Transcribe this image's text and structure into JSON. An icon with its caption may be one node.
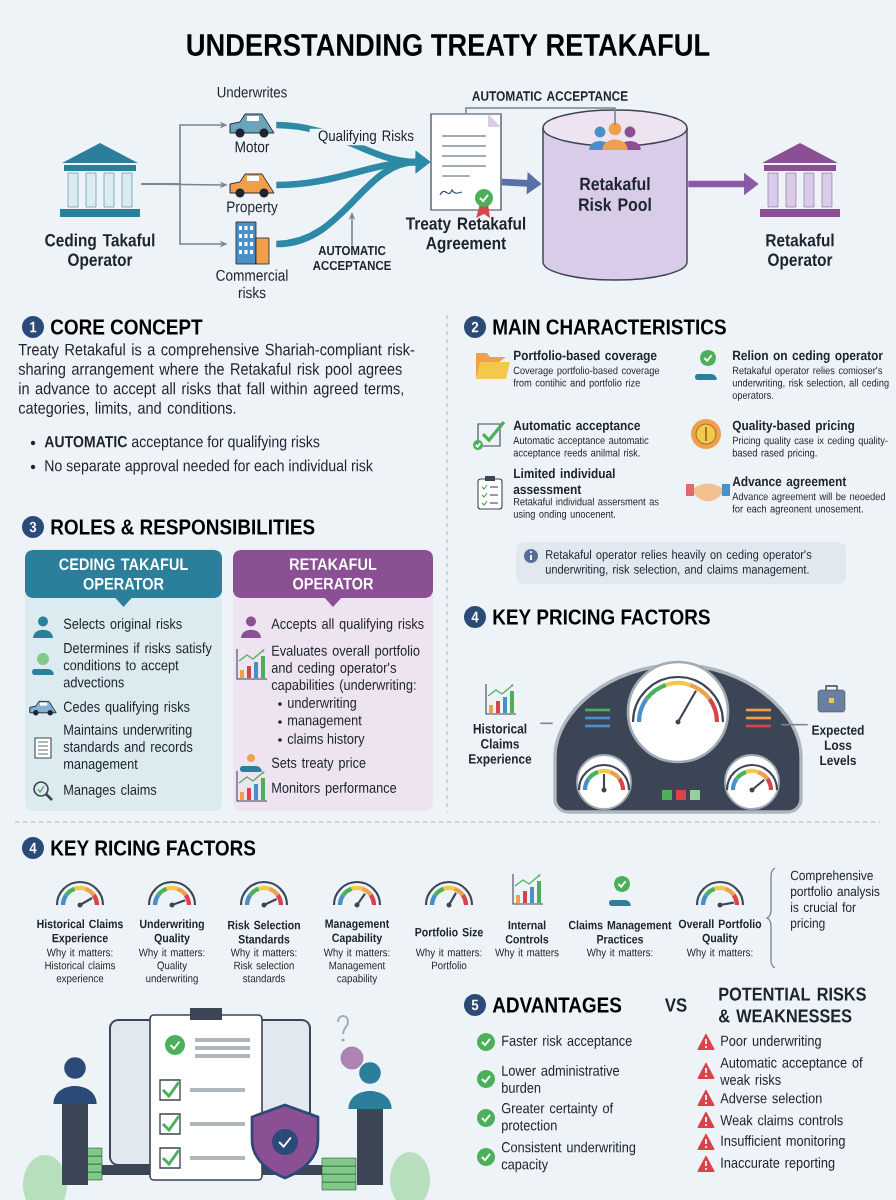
{
  "diagram": {
    "title": "UNDERSTANDING TREATY RETAKAFUL",
    "nodes": [
      {
        "text": [
          "Ceding Takaful Operator"
        ]
      },
      {
        "text": [
          "Motor"
        ]
      },
      {
        "text": [
          "Property"
        ]
      },
      {
        "text": [
          "Commercial risks"
        ]
      },
      {
        "text": [
          "Treaty Retakaful Agreement"
        ]
      },
      {
        "text": [
          "Retakaful Risk Pool"
        ]
      },
      {
        "text": [
          "Retakaful Operator"
        ]
      },
      {
        "text": [
          "AUTOMATIC ACCEPTANCE"
        ]
      },
      {
        "text": [
          "CEDING TAKAFUL OPERATOR",
          "Selects original risks",
          "Determines if risks satisfy conditions to accept advections",
          "Cedes qualifying risks",
          "Maintains underwriting standards and records management",
          "Manages claims"
        ]
      },
      {
        "text": [
          "RETAKAFUL OPERATOR",
          "Accepts all qualifying risks",
          "Evaluates overall portfolio and ceding operator's capabilities (underwriting:",
          "underwriting",
          "management",
          "claims history",
          "Sets treaty price",
          "Monitors performance"
        ]
      },
      {
        "text": [
          "Retakaful operator relies heavily on ceding operator's underwriting, risk selection, and claims management."
        ]
      },
      {
        "text": [
          "Historical Claims Experience"
        ]
      },
      {
        "text": [],
        "shape": "picture"
      },
      {
        "text": [
          "Expected Loss Levels"
        ]
      }
    ],
    "edges": [
      {
        "from": 0,
        "to": 1,
        "arrow": "to"
      },
      {
        "from": 0,
        "to": 2,
        "arrow": "to"
      },
      {
        "from": 0,
        "to": 3,
        "arrow": "to"
      },
      {
        "from": 1,
        "to": 4,
        "arrow": "to",
        "style": "thick",
        "color": "#2c8aa6"
      },
      {
        "from": 2,
        "to": 4,
        "arrow": "to",
        "style": "thick",
        "color": "#2c8aa6",
        "label": "Qualifying Risks"
      },
      {
        "from": 3,
        "to": 4,
        "arrow": "to",
        "style": "thick",
        "color": "#2c8aa6"
      },
      {
        "from": 7,
        "to": null,
        "arrow": "to"
      },
      {
        "from": 4,
        "to": 5,
        "arrow": "to",
        "style": "thick",
        "color": "#5a6fa8"
      },
      {
        "from": 4,
        "to": 5,
        "arrow": "none",
        "label": "AUTOMATIC ACCEPTANCE"
      },
      {
        "from": 5,
        "to": 6,
        "arrow": "to",
        "style": "thick",
        "color": "#8a5aa8"
      },
      {
        "from": 11,
        "to": 12,
        "arrow": "none"
      },
      {
        "from": 13,
        "to": 12,
        "arrow": "none"
      }
    ],
    "labels": [
      "Underwrites",
      "1",
      "CORE CONCEPT",
      "Treaty Retakaful is a comprehensive Shariah-compliant risk-sharing arrangement where the Retakaful risk pool agrees in advance to accept all risks that fall within agreed terms, categories, limits, and conditions.",
      "**AUTOMATIC** acceptance for qualifying risks",
      "No separate approval needed for each individual risk",
      "2",
      "MAIN CHARACTERISTICS",
      "Portfolio-based coverage",
      "Coverage portfolio-based coverage from contihic and portfolio rize",
      "Relion on ceding operator",
      "Retakaful operator relies comioser's underwriting, risk selection, all ceding operators.",
      "Automatic acceptance",
      "Automatic acceptance automatic acceptance reeds anilmal risk.",
      "Quality-based pricing",
      "Pricing quality case ix ceding quality-based rased pricing.",
      "Limited individual assessment",
      "Retakaful individual assersment as using onding unocenent.",
      "Advance agreement",
      "Advance agreement will be neoeded for each agreonent unosement.",
      "3",
      "ROLES & RESPONSIBILITIES",
      "4",
      "KEY PRICING FACTORS",
      "4",
      "KEY RICING FACTORS",
      "Historical Claims Experience",
      "Why it matters: Historical claims experience",
      "Underwriting Quality",
      "Why it matters: Quality underwriting",
      "Risk Selection Standards",
      "Why it matters: Risk selection standards",
      "Management Capability",
      "Why it matters: Management capability",
      "Portfolio Size",
      "Why it matters: Portfolio",
      "Internal Controls",
      "Why it matters",
      "Claims Management Practices",
      "Why it matters:",
      "Overall Portfolio Quality",
      "Why it matters:",
      "Comprehensive portfolio analysis is crucial for pricing",
      "5",
      "ADVANTAGES",
      "VS",
      "POTENTIAL RISKS & WEAKNESSES",
      "Faster risk acceptance",
      "Lower administrative burden",
      "Greater certainty of protection",
      "Consistent underwriting capacity",
      "Poor underwriting",
      "Automatic acceptance of weak risks",
      "Adverse selection",
      "Weak claims controls",
      "Insufficient monitoring",
      "Inaccurate reporting"
    ]
  }
}
